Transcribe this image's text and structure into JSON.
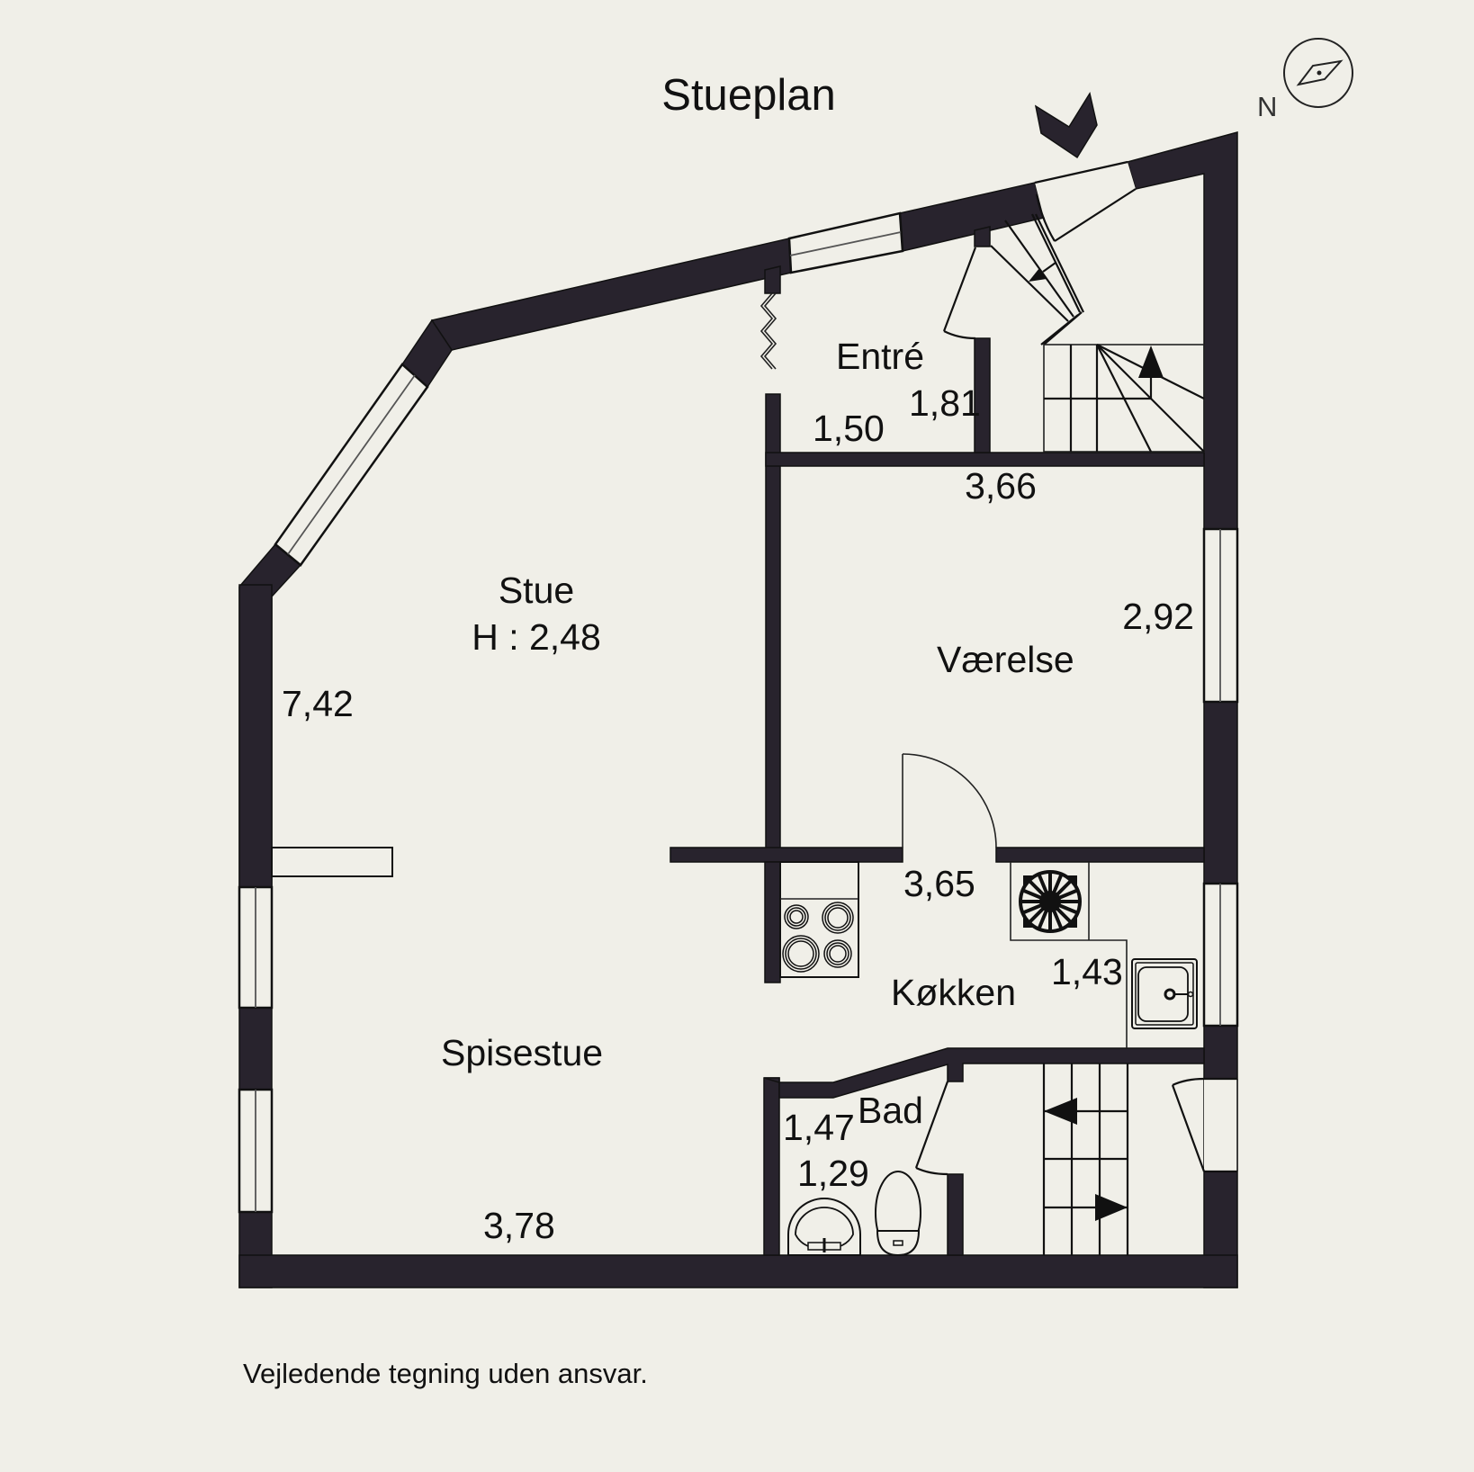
{
  "title": "Stueplan",
  "footer": "Vejledende tegning uden ansvar.",
  "compass": {
    "label": "N",
    "icon": "compass-icon"
  },
  "entrance_marker": {
    "icon": "entrance-chevron-icon"
  },
  "colors": {
    "background": "#f0efe8",
    "wall": "#28232d",
    "line": "#111111"
  },
  "rooms": {
    "stue": {
      "name": "Stue",
      "height_label": "H : 2,48",
      "dimension": "7,42"
    },
    "spisestue": {
      "name": "Spisestue",
      "dimension": "3,78"
    },
    "entre": {
      "name": "Entré",
      "dim_width": "1,50",
      "dim_depth": "1,81"
    },
    "vaerelse": {
      "name": "Værelse",
      "dim_width": "3,66",
      "dim_depth": "2,92"
    },
    "koekken": {
      "name": "Køkken",
      "dim_width": "3,65",
      "dim_depth": "1,43"
    },
    "bad": {
      "name": "Bad",
      "dim_width": "1,47",
      "dim_depth": "1,29"
    }
  },
  "fixtures": [
    "stove",
    "extractor-fan",
    "kitchen-sink",
    "toilet",
    "bathroom-sink",
    "staircase-upper",
    "staircase-lower",
    "shelf"
  ]
}
